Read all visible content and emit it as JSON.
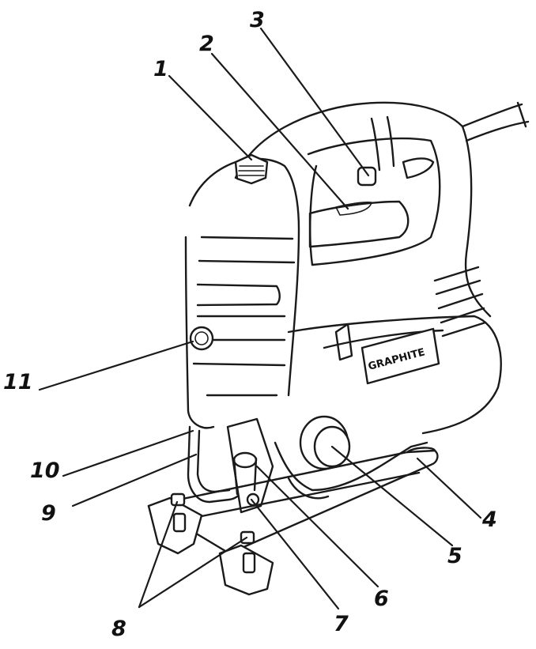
{
  "diagram": {
    "brand_label": "GRAPHITE",
    "callouts": [
      "1",
      "2",
      "3",
      "4",
      "5",
      "6",
      "7",
      "8",
      "9",
      "10",
      "11"
    ]
  }
}
